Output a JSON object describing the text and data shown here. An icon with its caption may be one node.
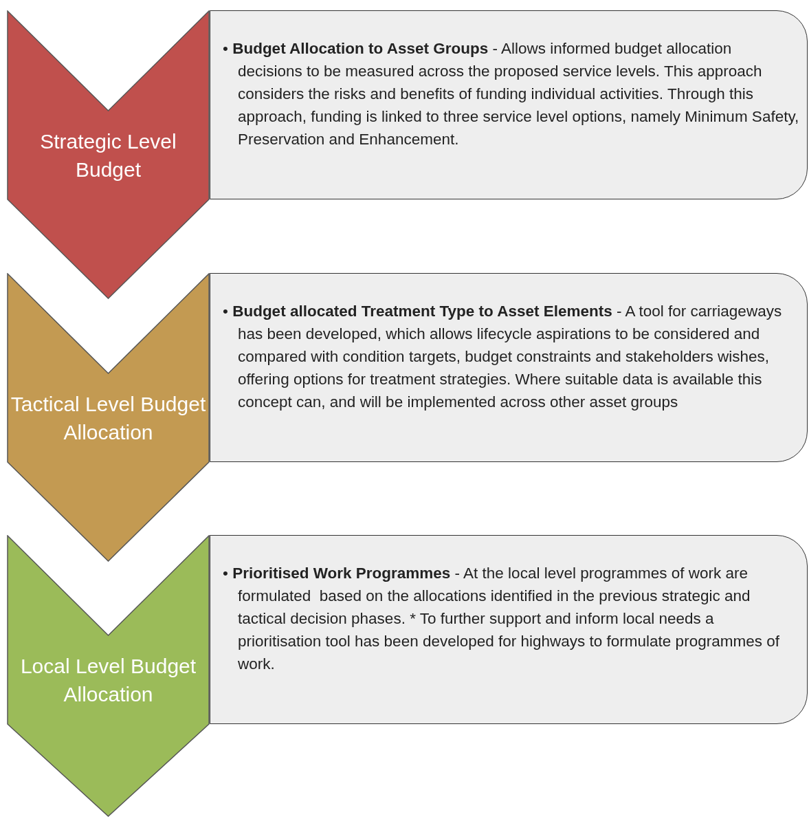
{
  "diagram": {
    "nodes": [
      {
        "text": [
          "Strategic Level Budget"
        ]
      },
      {
        "text": [
          "• **Budget Allocation to Asset Groups** - Allows informed budget allocation decisions to be measured across the proposed service levels. This approach considers the risks and benefits of funding individual activities. Through this approach, funding is linked to three service level options, namely Minimum Safety, Preservation and Enhancement."
        ]
      },
      {
        "text": [
          "Tactical Level Budget Allocation"
        ]
      },
      {
        "text": [
          "• **Budget allocated Treatment Type to Asset Elements** - A tool for carriageways has been developed, which allows lifecycle aspirations to be considered and compared with condition targets, budget constraints and stakeholders wishes, offering options for treatment strategies. Where suitable data is available this concept can, and will be implemented across other asset groups"
        ]
      },
      {
        "text": [
          "Local Level Budget  Allocation"
        ]
      },
      {
        "text": [
          "• **Prioritised Work Programmes** - At the local level programmes of work are formulated  based on the allocations identified in the previous strategic and tactical decision phases. * To further support and inform local needs a prioritisation tool has been developed for highways to formulate programmes of work."
        ]
      }
    ]
  }
}
